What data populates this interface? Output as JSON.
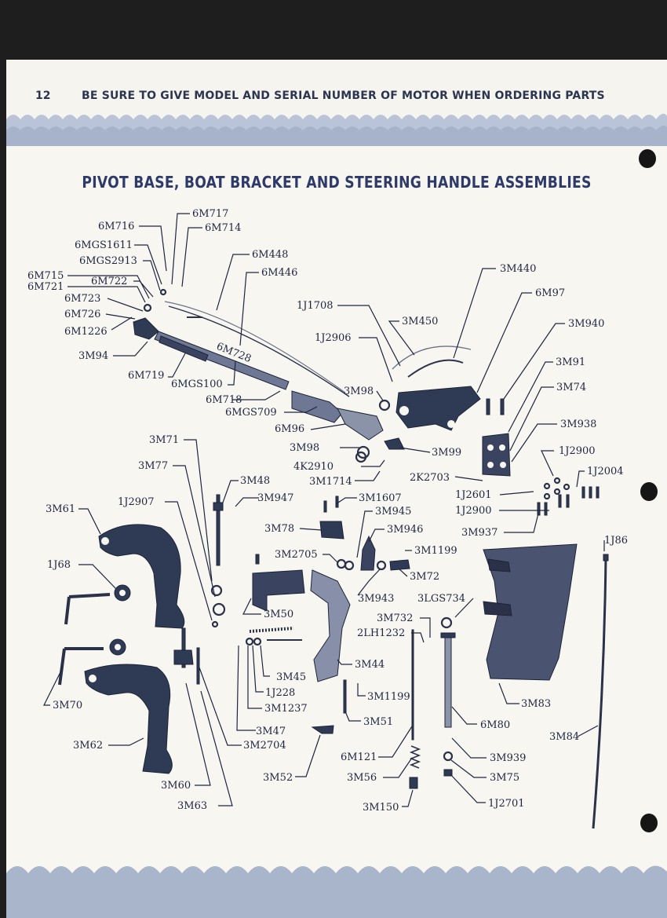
{
  "header": {
    "page_number": "12",
    "notice": "BE SURE TO GIVE MODEL AND SERIAL NUMBER OF MOTOR WHEN ORDERING PARTS"
  },
  "title": "PIVOT BASE, BOAT BRACKET AND STEERING HANDLE ASSEMBLIES",
  "colors": {
    "ink": "#1f2540",
    "band": "#b9c4d8",
    "paper": "#f7f6f1",
    "parts": "#2f3a55"
  },
  "labels": {
    "l1": "6M717",
    "l2": "6M716",
    "l3": "6M714",
    "l4": "6MGS1611",
    "l5": "6MGS2913",
    "l6": "6M448",
    "l7": "6M715",
    "l8": "6M722",
    "l9": "6M446",
    "l10": "6M721",
    "l11": "6M723",
    "l12": "6M726",
    "l13": "6M1226",
    "l14": "3M94",
    "l15": "6M728",
    "l16": "6M719",
    "l17": "6MGS100",
    "l18": "6M718",
    "l19": "6MGS709",
    "l20": "6M96",
    "l21": "3M440",
    "l22": "6M97",
    "l23": "1J1708",
    "l24": "3M450",
    "l25": "3M940",
    "l26": "1J2906",
    "l27": "3M91",
    "l28": "3M74",
    "l29": "3M98",
    "l30": "3M938",
    "l31": "3M98",
    "l32": "3M99",
    "l33": "1J2900",
    "l34": "4K2910",
    "l35": "2K2703",
    "l36": "1J2004",
    "l37": "3M1714",
    "l38": "1J2601",
    "l39": "3M71",
    "l40": "3M77",
    "l41": "3M48",
    "l42": "3M947",
    "l43": "3M1607",
    "l44": "1J2907",
    "l45": "3M61",
    "l46": "3M945",
    "l47": "1J2900",
    "l48": "3M78",
    "l49": "3M946",
    "l50": "3M937",
    "l51": "1J86",
    "l52": "3M2705",
    "l53": "3M1199",
    "l54": "1J68",
    "l55": "3M72",
    "l56": "3M943",
    "l57": "3LGS734",
    "l58": "3M50",
    "l59": "3M732",
    "l60": "2LH1232",
    "l61": "3M44",
    "l62": "3M45",
    "l63": "1J228",
    "l64": "3M1199",
    "l65": "3M83",
    "l66": "3M70",
    "l67": "3M1237",
    "l68": "3M51",
    "l69": "6M80",
    "l70": "3M47",
    "l71": "3M84",
    "l72": "3M62",
    "l73": "3M2704",
    "l74": "6M121",
    "l75": "3M939",
    "l76": "3M52",
    "l77": "3M56",
    "l78": "3M75",
    "l79": "3M60",
    "l80": "1J2701",
    "l81": "3M63",
    "l82": "3M150"
  }
}
